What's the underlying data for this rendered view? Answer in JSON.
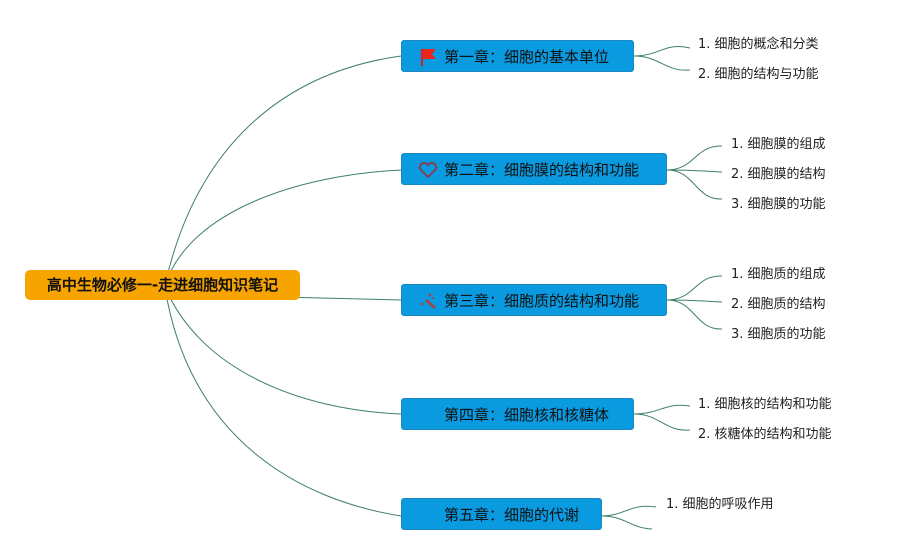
{
  "root": {
    "title": "高中生物必修一-走进细胞知识笔记",
    "color": "#f7a400"
  },
  "chapters": [
    {
      "title": "第一章：细胞的基本单位",
      "icon": "red-flag-icon",
      "items": [
        "1. 细胞的概念和分类",
        "2. 细胞的结构与功能"
      ]
    },
    {
      "title": "第二章：细胞膜的结构和功能",
      "icon": "heart-icon",
      "items": [
        "1. 细胞膜的组成",
        "2. 细胞膜的结构",
        "3. 细胞膜的功能"
      ]
    },
    {
      "title": "第三章：细胞质的结构和功能",
      "icon": "magic-wand-icon",
      "items": [
        "1. 细胞质的组成",
        "2. 细胞质的结构",
        "3. 细胞质的功能"
      ]
    },
    {
      "title": "第四章：细胞核和核糖体",
      "icon": "none",
      "items": [
        "1. 细胞核的结构和功能",
        "2. 核糖体的结构和功能"
      ]
    },
    {
      "title": "第五章：细胞的代谢",
      "icon": "none",
      "items": [
        "1. 细胞的呼吸作用"
      ]
    }
  ],
  "colors": {
    "chapter": "#0a9ae0",
    "line": "#3f7f6a"
  }
}
